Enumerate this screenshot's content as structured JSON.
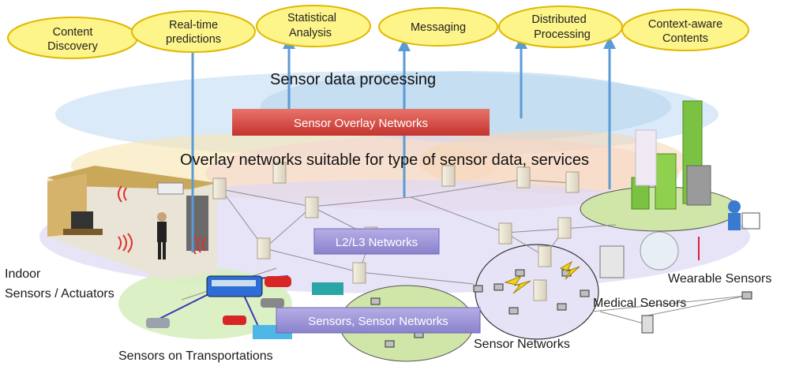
{
  "services": [
    {
      "id": "content-discovery",
      "lines": [
        "Content",
        "Discovery"
      ]
    },
    {
      "id": "real-time-predictions",
      "lines": [
        "Real-time",
        "predictions"
      ]
    },
    {
      "id": "statistical-analysis",
      "lines": [
        "Statistical",
        "Analysis"
      ]
    },
    {
      "id": "messaging",
      "lines": [
        "Messaging"
      ]
    },
    {
      "id": "distributed-processing",
      "lines": [
        "Distributed",
        "Processing"
      ]
    },
    {
      "id": "context-aware-contents",
      "lines": [
        "Context-aware",
        "Contents"
      ]
    }
  ],
  "layers": {
    "processing": "Sensor data processing",
    "overlay_band": "Sensor Overlay Networks",
    "overlay_desc": "Overlay networks suitable for type of sensor data, services",
    "l2l3": "L2/L3 Networks",
    "sensors_band": "Sensors, Sensor Networks"
  },
  "labels": {
    "indoor_1": "Indoor",
    "indoor_2": "Sensors / Actuators",
    "transport": "Sensors on Transportations",
    "sensor_networks": "Sensor Networks",
    "medical": "Medical Sensors",
    "wearable": "Wearable Sensors"
  },
  "colors": {
    "service_fill": "#fdf58a",
    "service_stroke": "#e0b800",
    "arrow": "#5b9bd5",
    "overlay_band": "#d9413a",
    "purple_band": "#9b93d8",
    "green_oval": "#cfe6a8"
  }
}
